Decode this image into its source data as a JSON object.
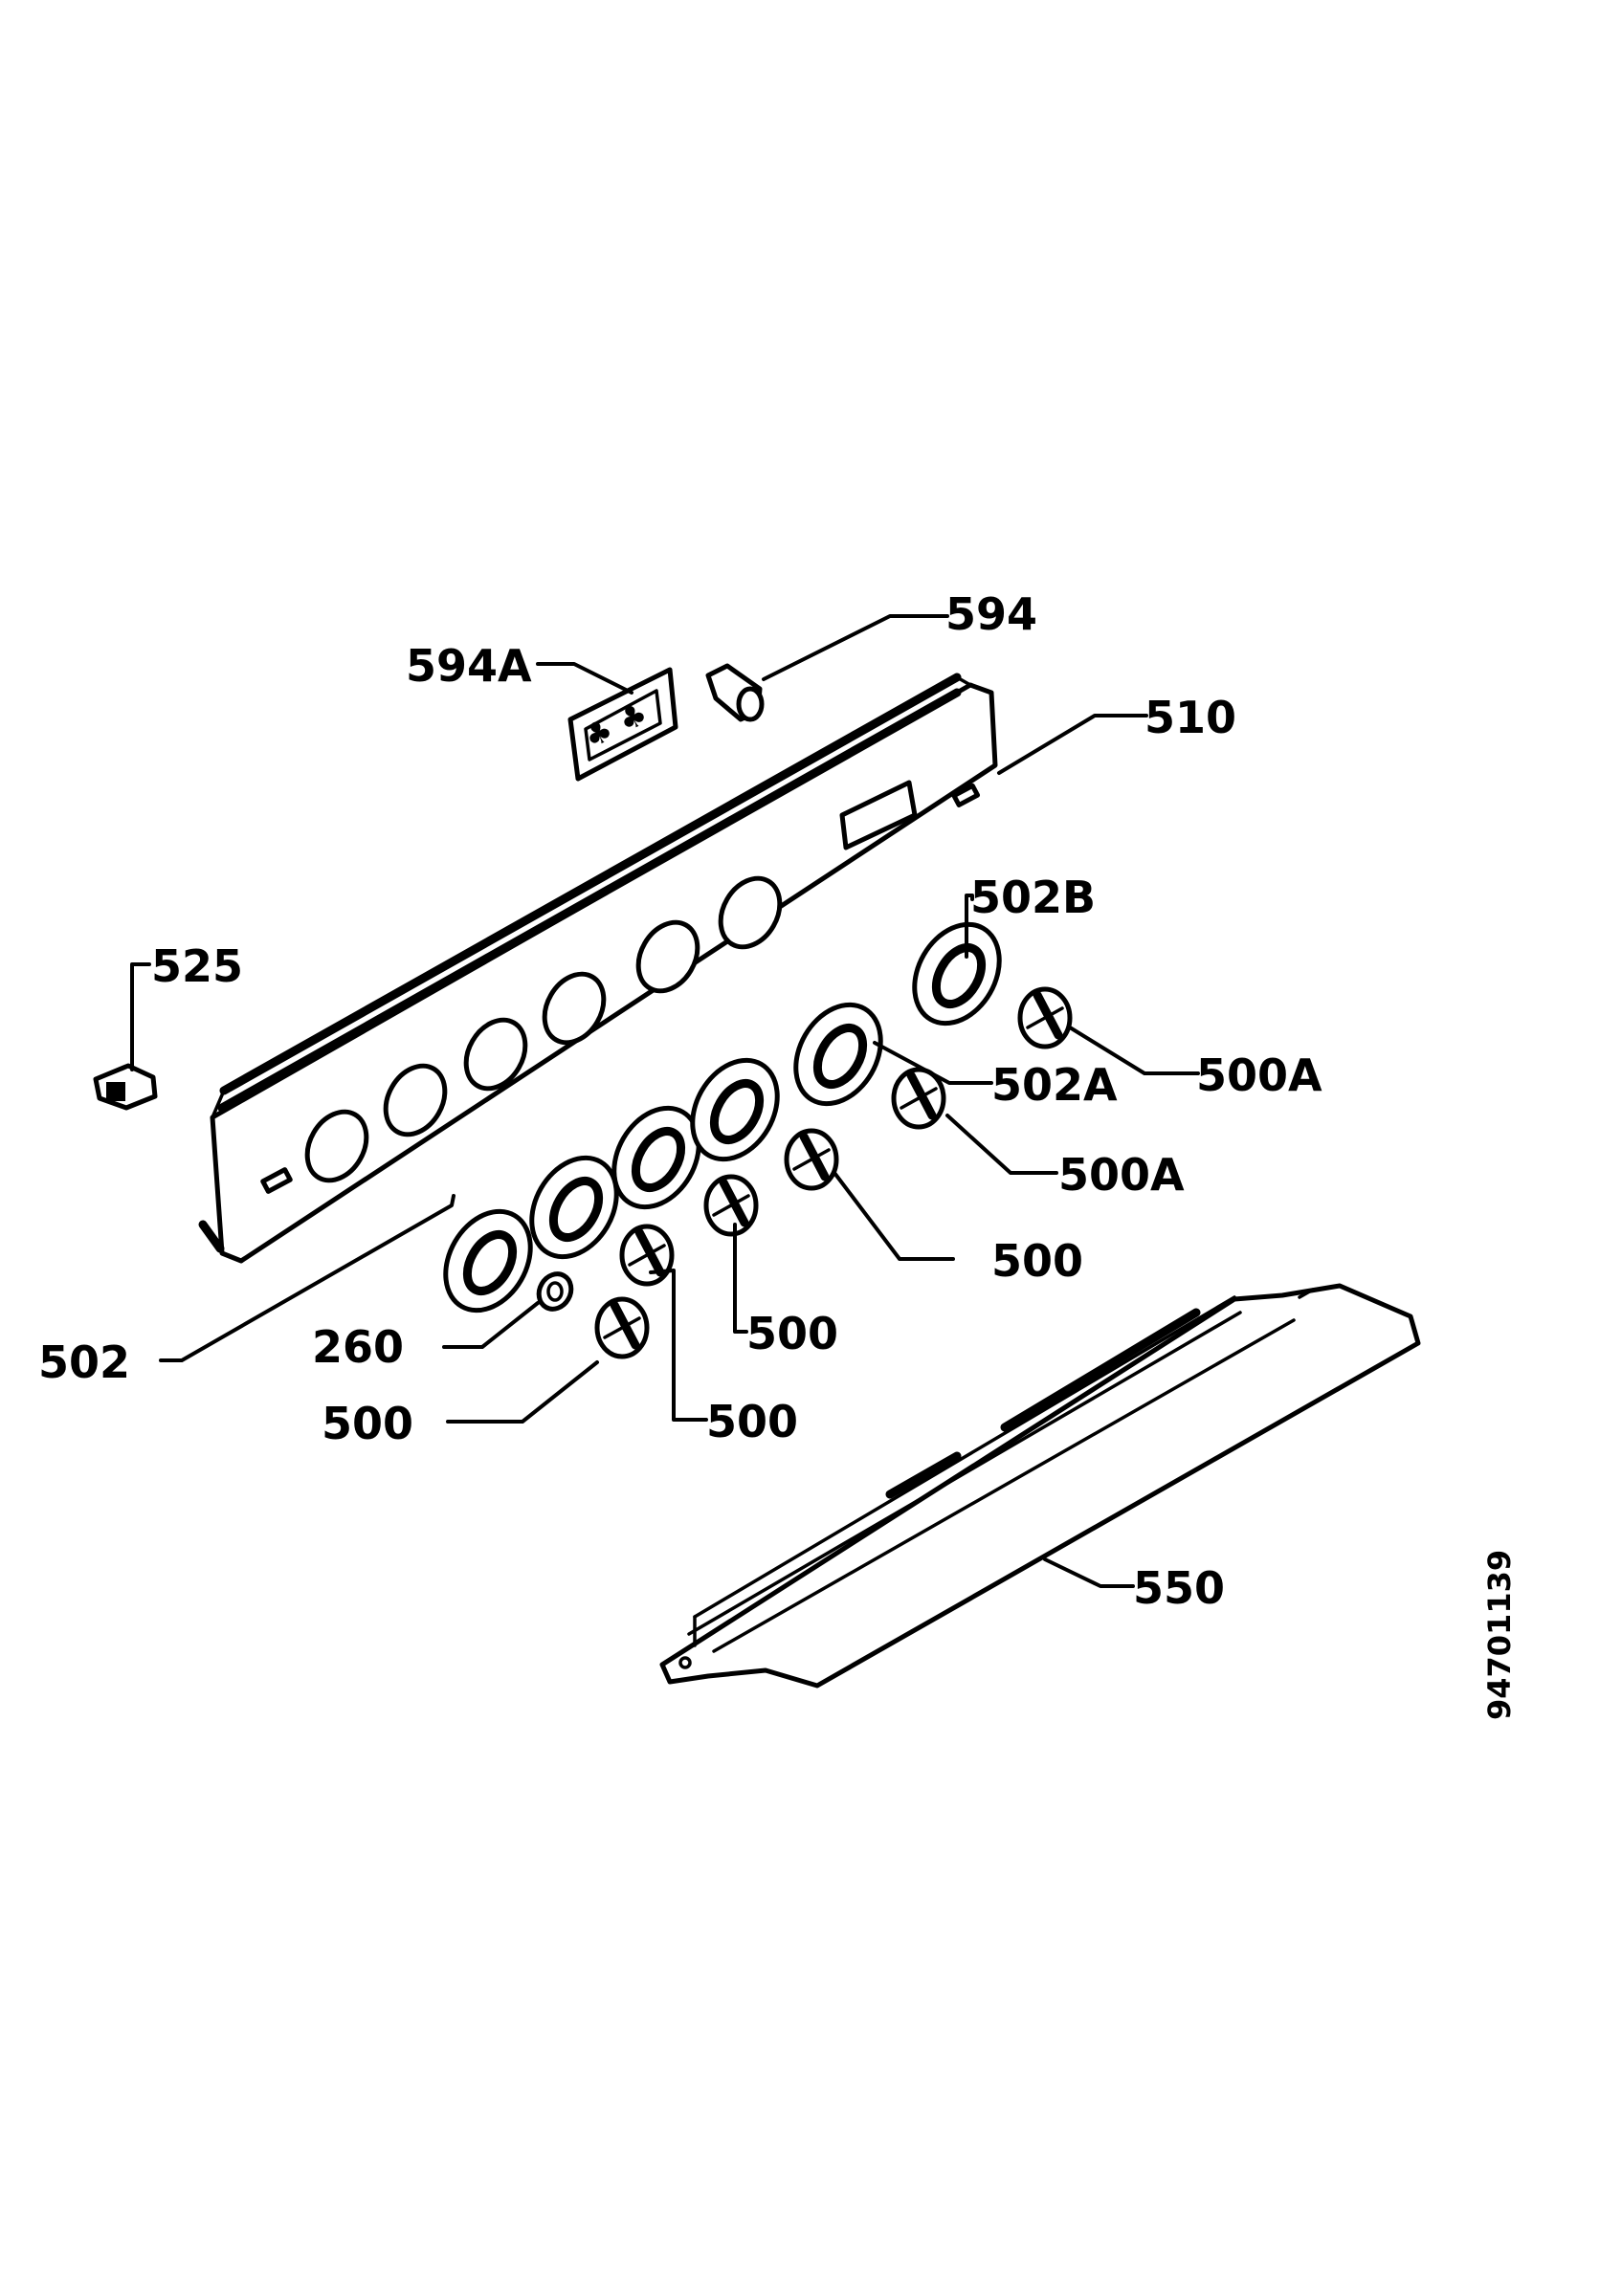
{
  "drawing_code": "94701139",
  "labels": {
    "594A": "594A",
    "594": "594",
    "510": "510",
    "525": "525",
    "502B": "502B",
    "502A": "502A",
    "500A_1": "500A",
    "500A_2": "500A",
    "500_1": "500",
    "500_2": "500",
    "500_3": "500",
    "500_4": "500",
    "502": "502",
    "260": "260",
    "550": "550"
  }
}
